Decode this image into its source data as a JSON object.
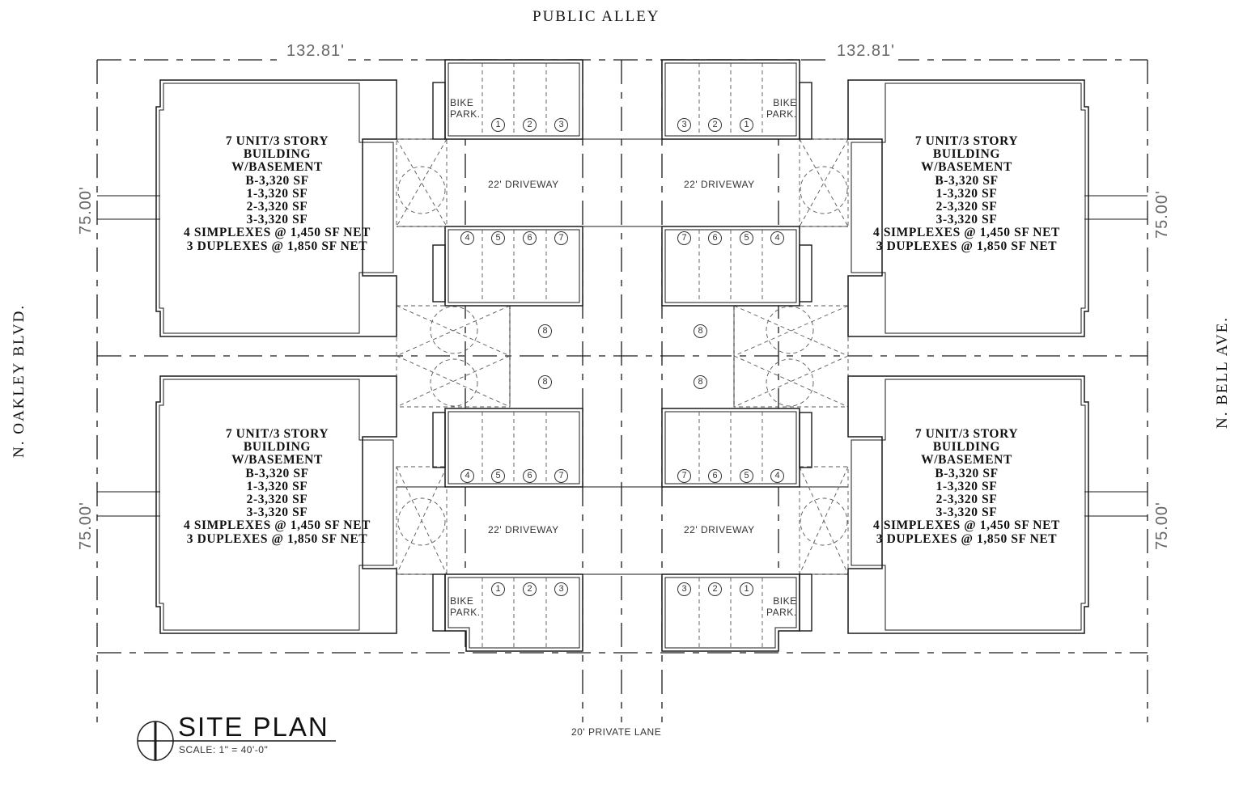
{
  "streets": {
    "top": "PUBLIC ALLEY",
    "left": "N. OAKLEY BLVD.",
    "right": "N. BELL AVE.",
    "bottom_lane": "20' PRIVATE LANE"
  },
  "dimensions": {
    "lot_width_left": "132.81'",
    "lot_width_right": "132.81'",
    "lot_depth_top_left": "75.00'",
    "lot_depth_bottom_left": "75.00'",
    "lot_depth_top_right": "75.00'",
    "lot_depth_bottom_right": "75.00'"
  },
  "buildings": [
    {
      "position": "top-left",
      "lines": [
        "7 UNIT/3 STORY",
        "BUILDING",
        "W/BASEMENT",
        "B-3,320 SF",
        "1-3,320 SF",
        "2-3,320 SF",
        "3-3,320 SF",
        "4 SIMPLEXES @ 1,450 SF NET",
        "3 DUPLEXES @ 1,850 SF NET"
      ]
    },
    {
      "position": "top-right",
      "lines": [
        "7 UNIT/3 STORY",
        "BUILDING",
        "W/BASEMENT",
        "B-3,320 SF",
        "1-3,320 SF",
        "2-3,320 SF",
        "3-3,320 SF",
        "4 SIMPLEXES @ 1,450 SF NET",
        "3 DUPLEXES @ 1,850 SF NET"
      ]
    },
    {
      "position": "bottom-left",
      "lines": [
        "7 UNIT/3 STORY",
        "BUILDING",
        "W/BASEMENT",
        "B-3,320 SF",
        "1-3,320 SF",
        "2-3,320 SF",
        "3-3,320 SF",
        "4 SIMPLEXES @ 1,450 SF NET",
        "3 DUPLEXES @ 1,850 SF NET"
      ]
    },
    {
      "position": "bottom-right",
      "lines": [
        "7 UNIT/3 STORY",
        "BUILDING",
        "W/BASEMENT",
        "B-3,320 SF",
        "1-3,320 SF",
        "2-3,320 SF",
        "3-3,320 SF",
        "4 SIMPLEXES @ 1,450 SF NET",
        "3 DUPLEXES @ 1,850 SF NET"
      ]
    }
  ],
  "driveways": {
    "top_left": "22' DRIVEWAY",
    "top_right": "22' DRIVEWAY",
    "bottom_left": "22' DRIVEWAY",
    "bottom_right": "22' DRIVEWAY"
  },
  "bike_parking": {
    "top_left": [
      "BIKE",
      "PARK."
    ],
    "top_right": [
      "BIKE",
      "PARK."
    ],
    "bottom_left": [
      "BIKE",
      "PARK."
    ],
    "bottom_right": [
      "BIKE",
      "PARK."
    ]
  },
  "parking_stalls": {
    "top_left_upper": [
      "1",
      "2",
      "3"
    ],
    "top_left_lower": [
      "4",
      "5",
      "6",
      "7"
    ],
    "top_right_upper": [
      "3",
      "2",
      "1"
    ],
    "top_right_lower": [
      "7",
      "6",
      "5",
      "4"
    ],
    "center_left": [
      "8",
      "8"
    ],
    "center_right": [
      "8",
      "8"
    ],
    "bottom_left_upper": [
      "4",
      "5",
      "6",
      "7"
    ],
    "bottom_left_lower": [
      "1",
      "2",
      "3"
    ],
    "bottom_right_upper": [
      "7",
      "6",
      "5",
      "4"
    ],
    "bottom_right_lower": [
      "3",
      "2",
      "1"
    ]
  },
  "title_block": {
    "title": "SITE PLAN",
    "scale": "SCALE: 1\" = 40'-0\""
  }
}
